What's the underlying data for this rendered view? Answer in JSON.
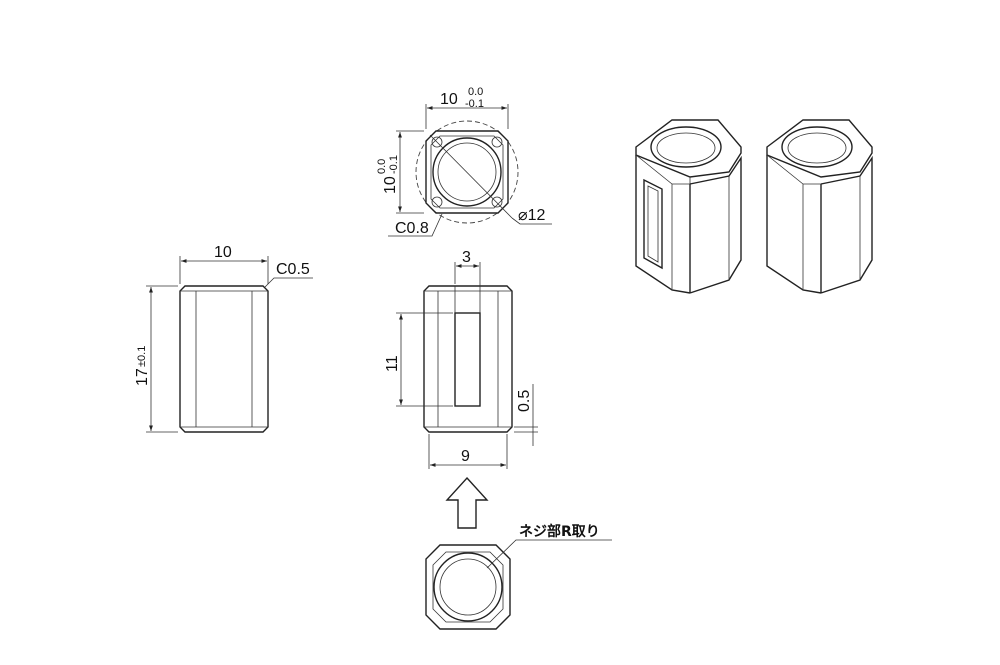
{
  "top_view": {
    "width_nominal": "10",
    "width_tol_upper": "0.0",
    "width_tol_lower": "-0.1",
    "height_nominal": "10",
    "height_tol_upper": "0.0",
    "height_tol_lower": "-0.1",
    "chamfer": "C0.8",
    "diameter": "⌀12"
  },
  "side_view": {
    "width": "10",
    "chamfer": "C0.5",
    "height": "17",
    "height_tol": "±0.1"
  },
  "front_view": {
    "slot_width": "3",
    "slot_height": "11",
    "step": "0.5",
    "bottom_width": "9"
  },
  "bottom_view": {
    "note": "ネジ部R取り"
  }
}
